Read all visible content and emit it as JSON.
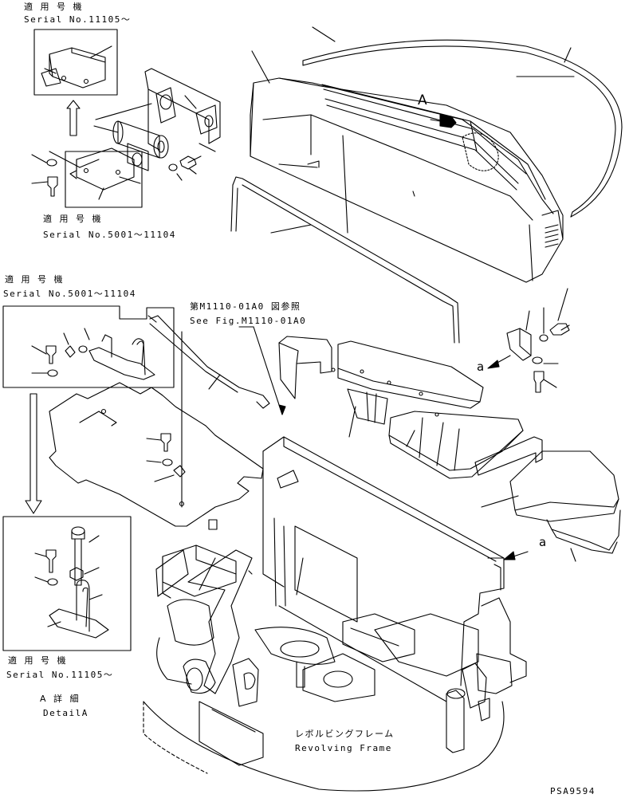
{
  "labels": {
    "tl_applicable": "適 用 号 機",
    "tl_serial": "Serial No.11105～",
    "tm_applicable": "適 用 号 機",
    "tm_serial": "Serial No.5001～11104",
    "ml_applicable": "適 用 号 機",
    "ml_serial": "Serial No.5001～11104",
    "see_fig_jp": "第M1110-01A0 図参照",
    "see_fig_en": "See Fig.M1110-01A0",
    "bl_applicable": "適 用 号 機",
    "bl_serial": "Serial No.11105～",
    "detail_jp": "A 詳 細",
    "detail_en": "DetailA",
    "view_a": "A",
    "callout_a1": "a",
    "callout_a2": "a",
    "frame_jp": "レボルビングフレーム",
    "frame_en": "Revolving Frame",
    "drawing_no": "PSA9594"
  }
}
